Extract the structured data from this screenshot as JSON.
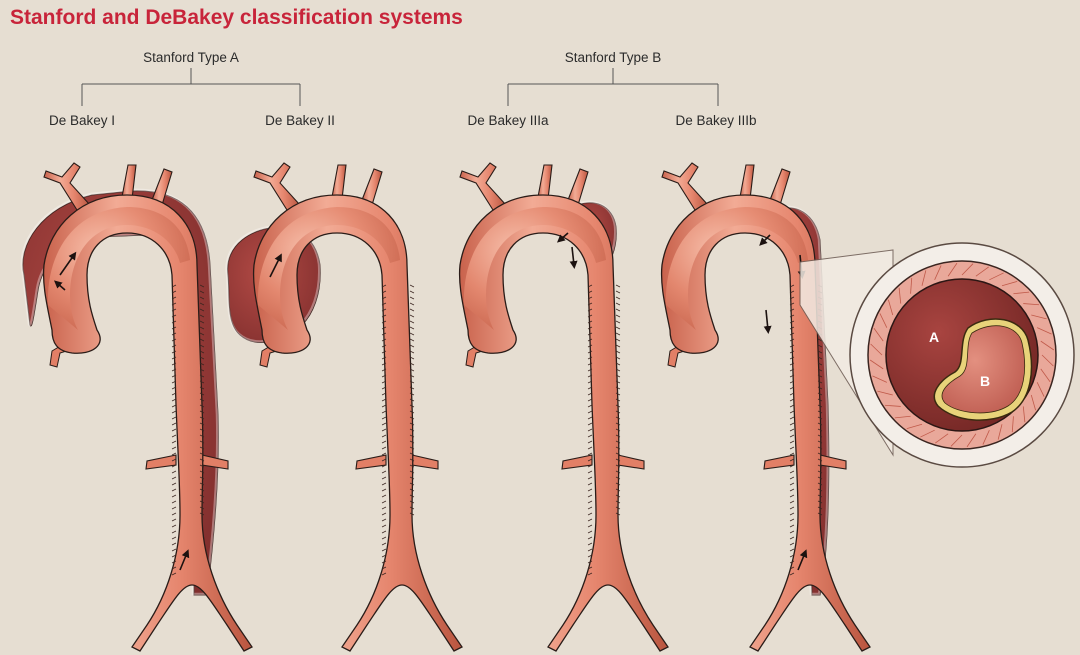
{
  "title": "Stanford and DeBakey classification systems",
  "groups": [
    {
      "label": "Stanford Type A"
    },
    {
      "label": "Stanford Type B"
    }
  ],
  "types": [
    {
      "label": "De Bakey I"
    },
    {
      "label": "De Bakey II"
    },
    {
      "label": "De Bakey IIIa"
    },
    {
      "label": "De Bakey IIIb"
    }
  ],
  "inset": {
    "lumen_a": "A",
    "lumen_b": "B"
  },
  "colors": {
    "title": "#c8243a",
    "background": "#e6ded2",
    "aorta": "#e07e66",
    "aorta_highlight": "#f5b6a2",
    "false_lumen": "#9a3a38",
    "wall": "#f0dcc0",
    "outline": "#2a1c18"
  }
}
